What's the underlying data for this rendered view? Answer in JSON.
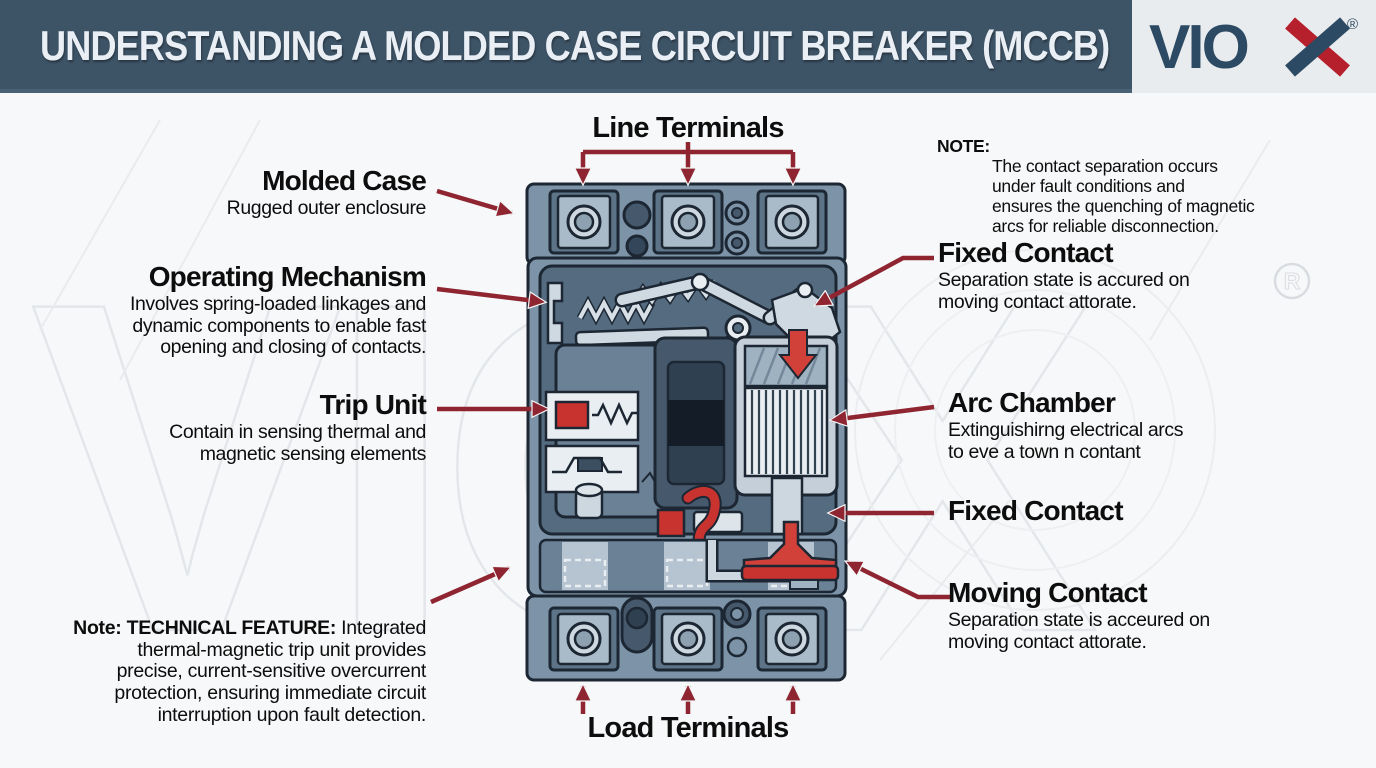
{
  "header": {
    "title": "UNDERSTANDING A MOLDED CASE CIRCUIT BREAKER (MCCB)",
    "brand_prefix": "VIO",
    "brand_full": "VIOX",
    "registered_mark": "®"
  },
  "colors": {
    "header_bg": "#3d5366",
    "arrow_red": "#8e2531",
    "accent_red": "#c8322f",
    "case_blue_gray": "#7d93a8",
    "panel_dark": "#556b80",
    "logo_navy": "#2c4a63",
    "logo_red": "#b5202c"
  },
  "labels": {
    "line_terminals": {
      "title": "Line Terminals"
    },
    "load_terminals": {
      "title": "Load Terminals"
    },
    "molded_case": {
      "title": "Molded Case",
      "desc": "Rugged outer enclosure"
    },
    "operating_mechanism": {
      "title": "Operating Mechanism",
      "desc": "Involves spring-loaded linkages and\ndynamic components to enable fast\nopening and closing of contacts."
    },
    "trip_unit": {
      "title": "Trip Unit",
      "desc": "Contain in sensing thermal and\nmagnetic sensing elements"
    },
    "fixed_contact_top": {
      "title": "Fixed Contact",
      "desc": "Separation state is accured on\nmoving contact attorate."
    },
    "arc_chamber": {
      "title": "Arc Chamber",
      "desc": "Extinguishirng electrical arcs\nto eve a town n contant"
    },
    "fixed_contact_bottom": {
      "title": "Fixed Contact"
    },
    "moving_contact": {
      "title": "Moving Contact",
      "desc": "Separation state is acceured on\nmoving contact attorate."
    }
  },
  "notes": {
    "top_right": {
      "prefix": "NOTE:",
      "text": "The contact separation occurs\nunder fault conditions and\nensures the quenching of magnetic\narcs for reliable disconnection."
    },
    "bottom_left": {
      "prefix": "Note: TECHNICAL FEATURE:",
      "text": " Integrated\nthermal-magnetic trip unit provides\nprecise, current-sensitive overcurrent\nprotection, ensuring immediate circuit\ninterruption upon fault detection."
    }
  },
  "watermark": {
    "text": "VIOX",
    "registered": "R"
  }
}
